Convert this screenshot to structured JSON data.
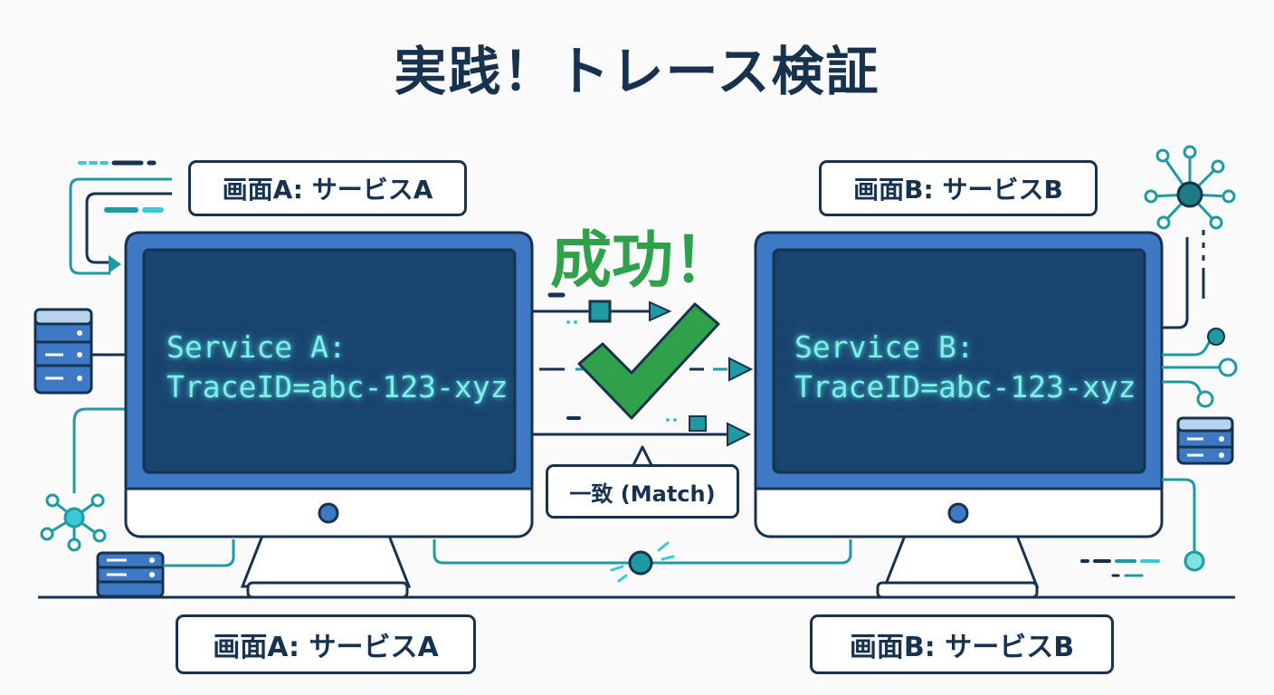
{
  "title": "実践！トレース検証",
  "left_panel": {
    "top_label": "画面A: サービスA",
    "bottom_label": "画面A: サービスA",
    "screen_line1": "Service A:",
    "screen_line2": "TraceID=abc-123-xyz"
  },
  "right_panel": {
    "top_label": "画面B: サービスB",
    "bottom_label": "画面B: サービスB",
    "screen_line1": "Service B:",
    "screen_line2": "TraceID=abc-123-xyz"
  },
  "center": {
    "success_text": "成功！",
    "match_label": "一致 (Match)",
    "icon": "check-mark-icon"
  },
  "colors": {
    "navy": "#17324f",
    "monitor_blue": "#3e79c6",
    "screen_bg": "#1a4470",
    "glow_text": "#7ef0ea",
    "success_green": "#2ea14a",
    "teal": "#1e9aa3",
    "background": "#f9faf9"
  }
}
